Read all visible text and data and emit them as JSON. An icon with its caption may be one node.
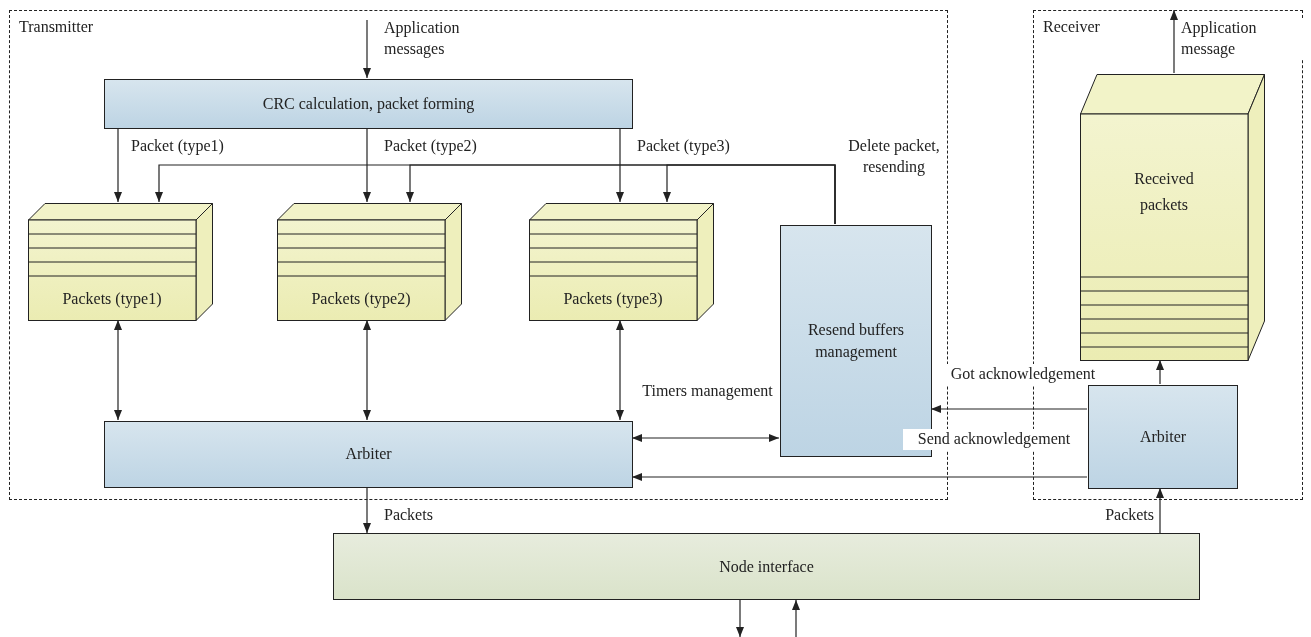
{
  "diagram": {
    "nodes": [
      {
        "text": [
          "Transmitter"
        ]
      },
      {
        "text": [
          "CRC calculation, packet forming"
        ],
        "in": 0
      },
      {
        "text": [
          "Packets (type1)"
        ],
        "in": 0
      },
      {
        "text": [
          "Packets (type2)"
        ],
        "in": 0
      },
      {
        "text": [
          "Packets (type3)"
        ],
        "in": 0
      },
      {
        "text": [
          "Resend buffers management"
        ],
        "in": 0
      },
      {
        "text": [
          "Arbiter"
        ],
        "in": 0
      },
      {
        "text": [
          "Receiver"
        ]
      },
      {
        "text": [
          "Received packets"
        ],
        "in": 7
      },
      {
        "text": [
          "Arbiter"
        ],
        "in": 7
      },
      {
        "text": [
          "Node interface"
        ]
      }
    ],
    "edges": [
      {
        "from": null,
        "to": 1,
        "arrow": "to",
        "label": "Application messages"
      },
      {
        "from": 1,
        "to": 2,
        "arrow": "to",
        "label": "Packet (type1)"
      },
      {
        "from": 1,
        "to": 3,
        "arrow": "to",
        "label": "Packet (type2)"
      },
      {
        "from": 1,
        "to": 4,
        "arrow": "to",
        "label": "Packet (type3)"
      },
      {
        "from": 5,
        "to": 2,
        "arrow": "to"
      },
      {
        "from": 5,
        "to": 3,
        "arrow": "to"
      },
      {
        "from": 5,
        "to": 4,
        "arrow": "to",
        "label": "Delete packet, resending"
      },
      {
        "from": 2,
        "to": 6,
        "arrow": "both"
      },
      {
        "from": 3,
        "to": 6,
        "arrow": "both"
      },
      {
        "from": 4,
        "to": 6,
        "arrow": "both"
      },
      {
        "from": 6,
        "to": 5,
        "arrow": "both",
        "label": "Timers management"
      },
      {
        "from": 9,
        "to": 5,
        "arrow": "to",
        "label": "Got acknowledgement"
      },
      {
        "from": 9,
        "to": 6,
        "arrow": "to",
        "label": "Send acknowledgement"
      },
      {
        "from": 6,
        "to": 10,
        "arrow": "to",
        "label": "Packets"
      },
      {
        "from": 10,
        "to": 9,
        "arrow": "to",
        "label": "Packets"
      },
      {
        "from": 9,
        "to": 8,
        "arrow": "to"
      },
      {
        "from": 8,
        "to": null,
        "arrow": "to",
        "label": "Application message"
      },
      {
        "from": 10,
        "to": null,
        "arrow": "to"
      },
      {
        "from": null,
        "to": 10,
        "arrow": "to"
      }
    ]
  }
}
